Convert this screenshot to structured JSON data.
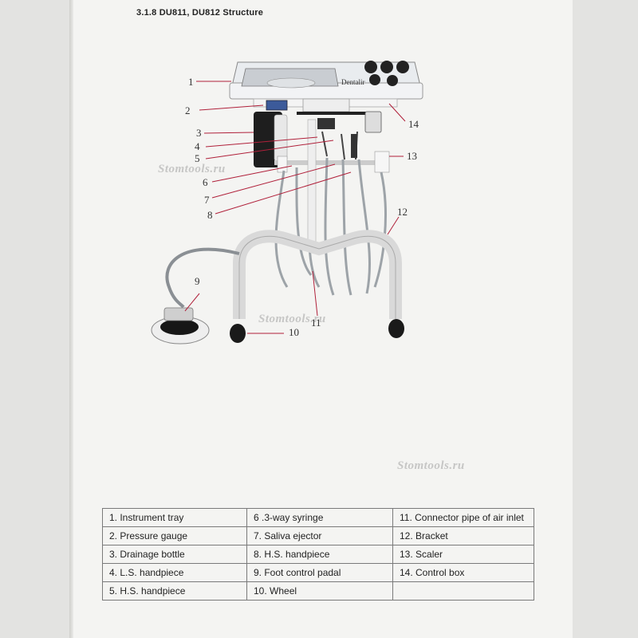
{
  "section_title": "3.1.8 DU811, DU812 Structure",
  "brand_label": "Dentalir",
  "watermark_text": "Stomtools.ru",
  "callouts": [
    "1",
    "2",
    "3",
    "4",
    "5",
    "6",
    "7",
    "8",
    "9",
    "10",
    "11",
    "12",
    "13",
    "14"
  ],
  "legend": {
    "rows": [
      [
        "1. Instrument tray",
        "6 .3-way syringe",
        "11.  Connector pipe of air inlet"
      ],
      [
        "2. Pressure gauge",
        "7. Saliva ejector",
        "12. Bracket"
      ],
      [
        "3. Drainage bottle",
        "8. H.S. handpiece",
        "13. Scaler"
      ],
      [
        "4. L.S. handpiece",
        "9. Foot control padal",
        "14. Control box"
      ],
      [
        "5. H.S. handpiece",
        "10. Wheel",
        ""
      ]
    ]
  },
  "colors": {
    "page": "#f4f4f2",
    "background": "#e3e3e1",
    "leader_line": "#b0203a",
    "text": "#222222"
  }
}
